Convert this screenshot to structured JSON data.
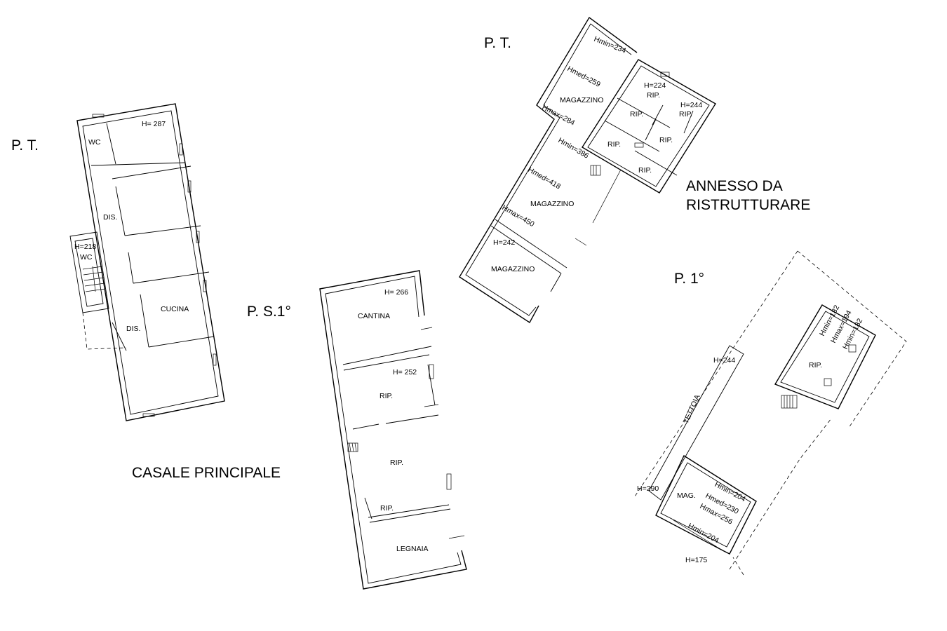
{
  "titles": {
    "casale": "CASALE PRINCIPALE",
    "annesso_line1": "ANNESSO DA",
    "annesso_line2": "RISTRUTTURARE"
  },
  "floor_labels": {
    "casale_pt": "P. T.",
    "casale_ps1": "P. S.1°",
    "annesso_pt": "P. T.",
    "annesso_p1": "P. 1°"
  },
  "casale_pt_rooms": {
    "wc_top": "WC",
    "h287": "H= 287",
    "dis_upper": "DIS.",
    "h218": "H=218",
    "wc_lower": "WC",
    "cucina": "CUCINA",
    "dis_lower": "DIS."
  },
  "casale_ps1_rooms": {
    "h266": "H= 266",
    "cantina": "CANTINA",
    "h252": "H= 252",
    "rip1": "RIP.",
    "rip2": "RIP.",
    "rip3": "RIP.",
    "legnaia": "LEGNAIA"
  },
  "annesso_pt_rooms": {
    "hmin234": "Hmin=234",
    "hmed259": "Hmed=259",
    "magazzino1": "MAGAZZINO",
    "hmax284": "Hmax=284",
    "hmin386": "Hmin=386",
    "hmed418": "Hmed=418",
    "magazzino2": "MAGAZZINO",
    "hmax450": "Hmax=450",
    "h242": "H=242",
    "magazzino3": "MAGAZZINO",
    "h224": "H=224",
    "rip_a": "RIP.",
    "h244": "H=244",
    "rip_b": "RIP.",
    "rip_c": "RIP.",
    "rip_d": "RIP.",
    "rip_e": "RIP.",
    "rip_f": "RIP."
  },
  "annesso_p1_rooms": {
    "h244": "H=244",
    "tettoia": "TETTOIA",
    "h290": "H=290",
    "mag": "MAG.",
    "hmin204a": "Hmin=204",
    "hmed230": "Hmed=230",
    "hmax256": "Hmax=256",
    "hmin204b": "Hmin=204",
    "h175": "H=175",
    "rip": "RIP.",
    "hmin182a": "Hmin=182",
    "hmax194": "Hmax=194",
    "hmin182b": "Hmin=182"
  }
}
